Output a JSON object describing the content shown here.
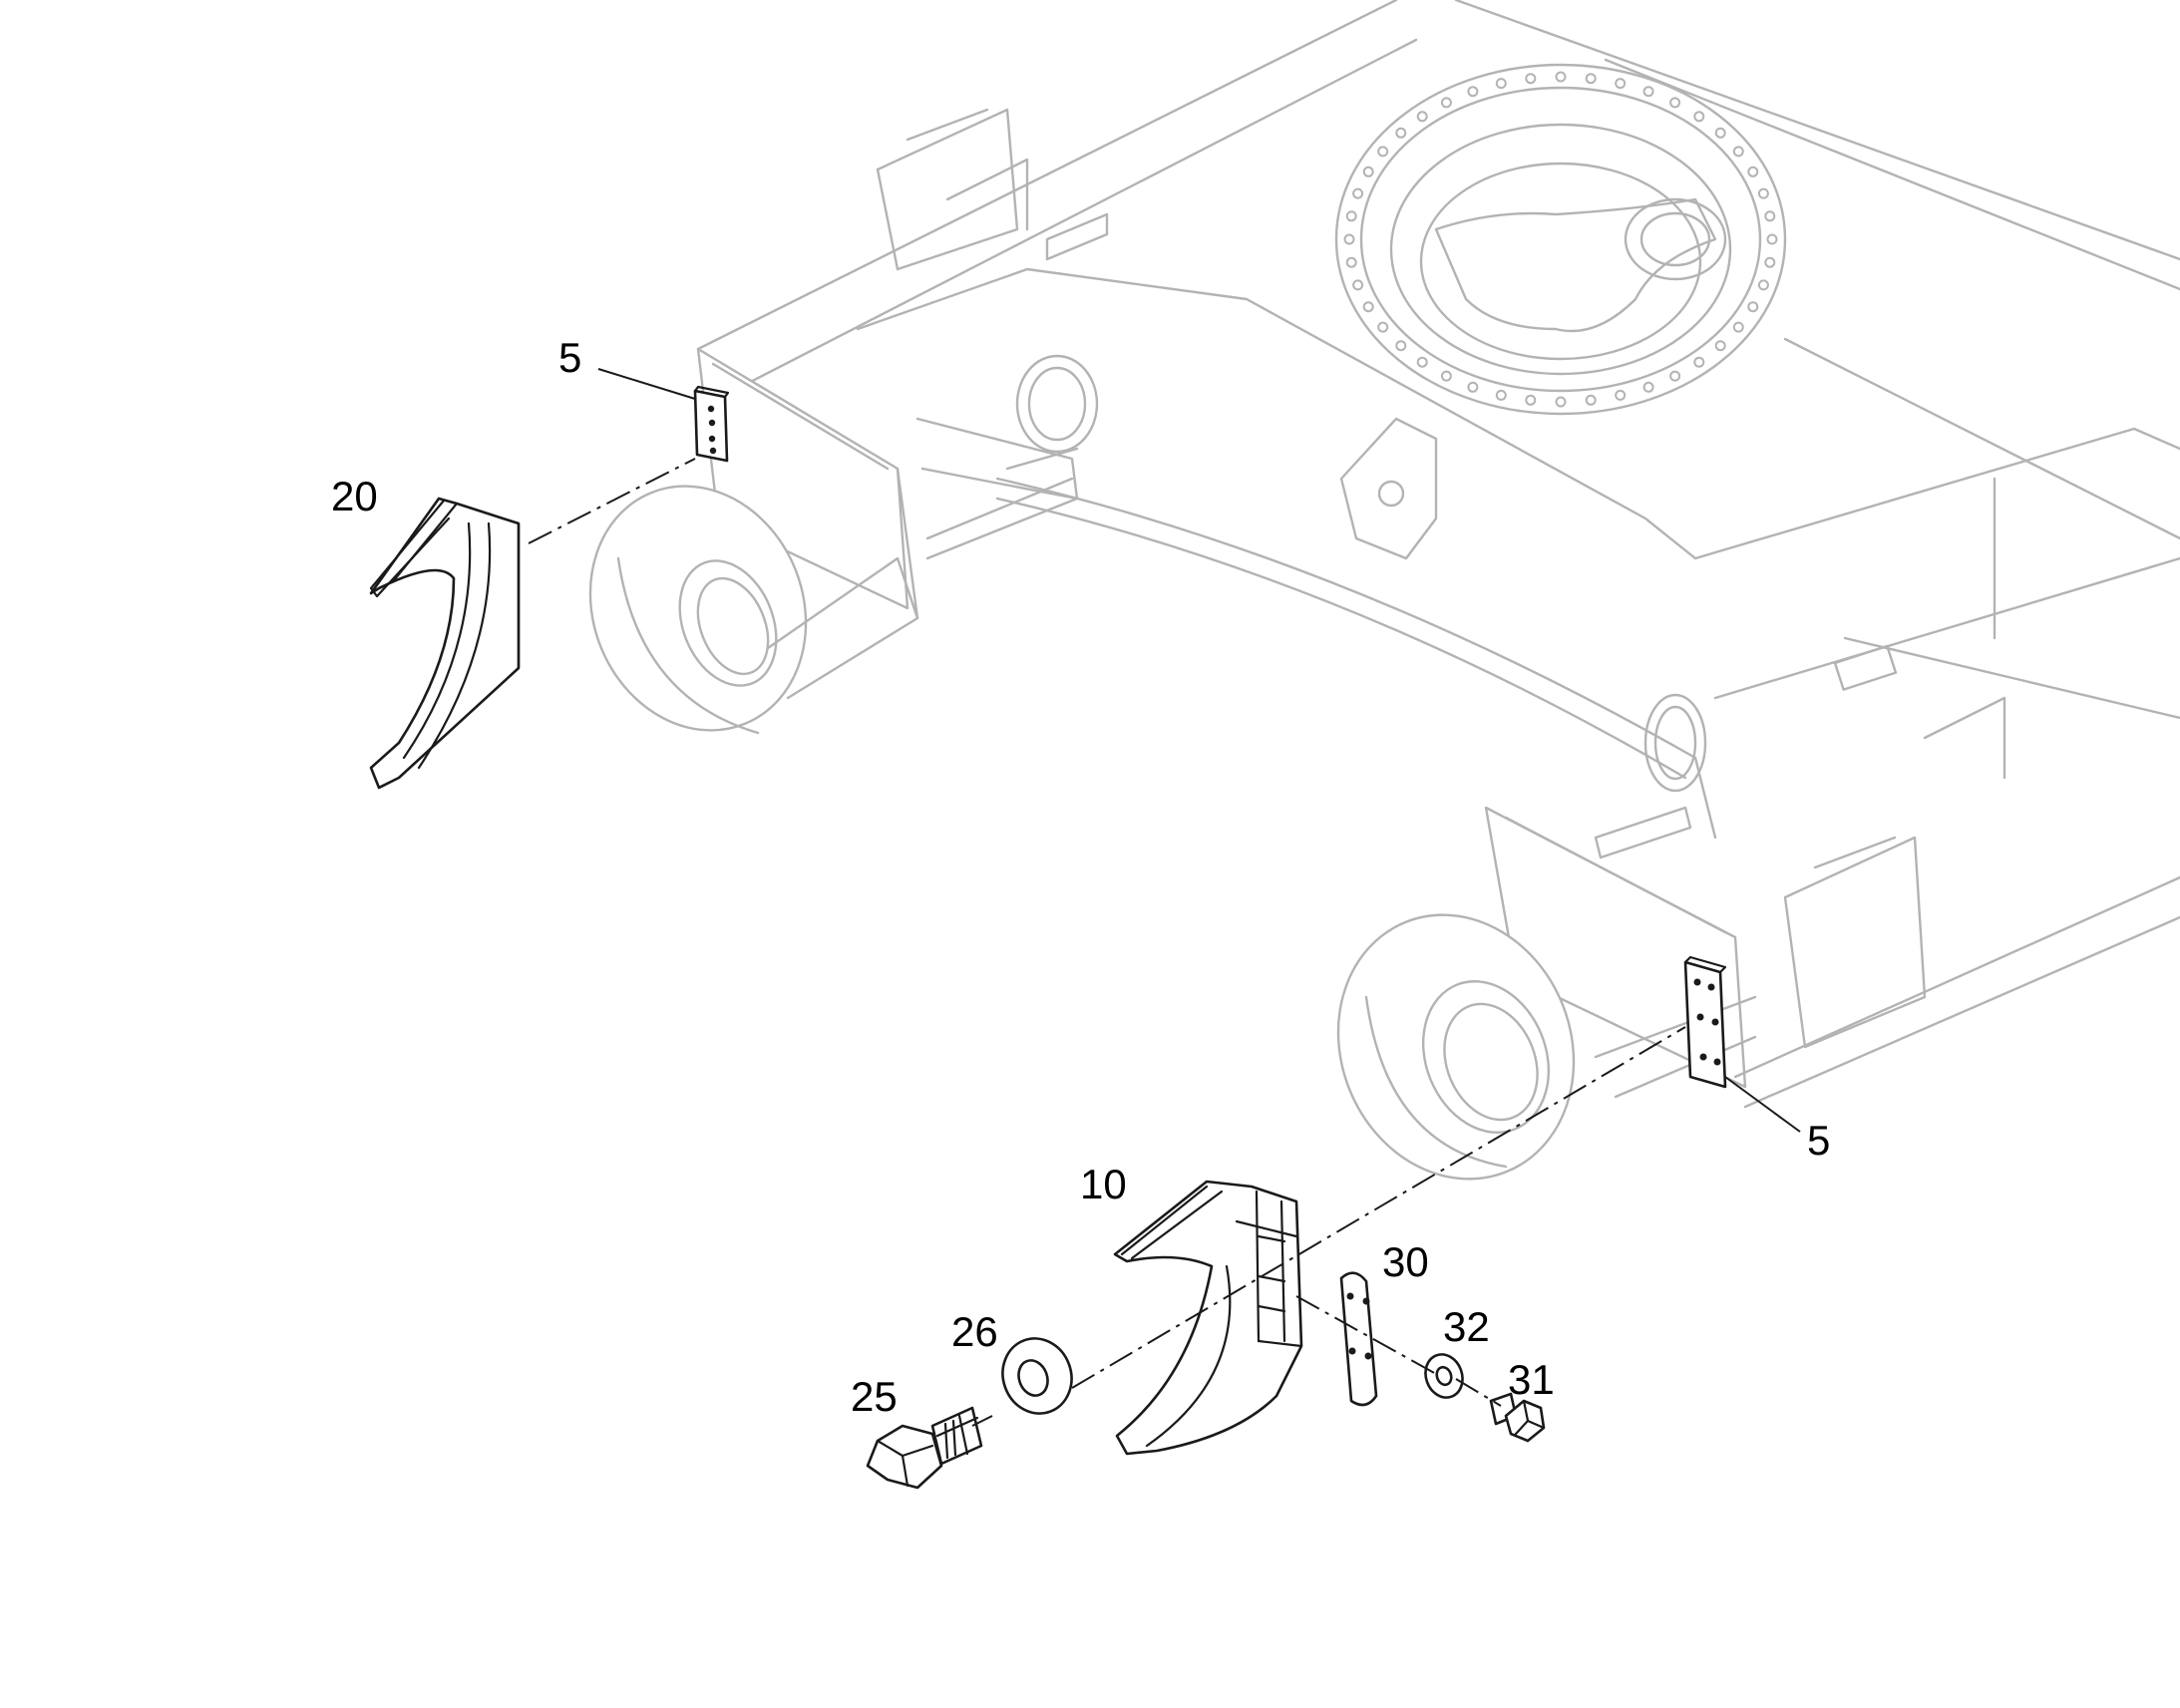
{
  "callouts": {
    "c5_top": "5",
    "c20": "20",
    "c5_bottom": "5",
    "c10": "10",
    "c30": "30",
    "c26": "26",
    "c32": "32",
    "c25": "25",
    "c31": "31"
  },
  "colors": {
    "frame_line": "#b3b3b3",
    "part_line": "#1a1a1a",
    "background": "#ffffff"
  }
}
